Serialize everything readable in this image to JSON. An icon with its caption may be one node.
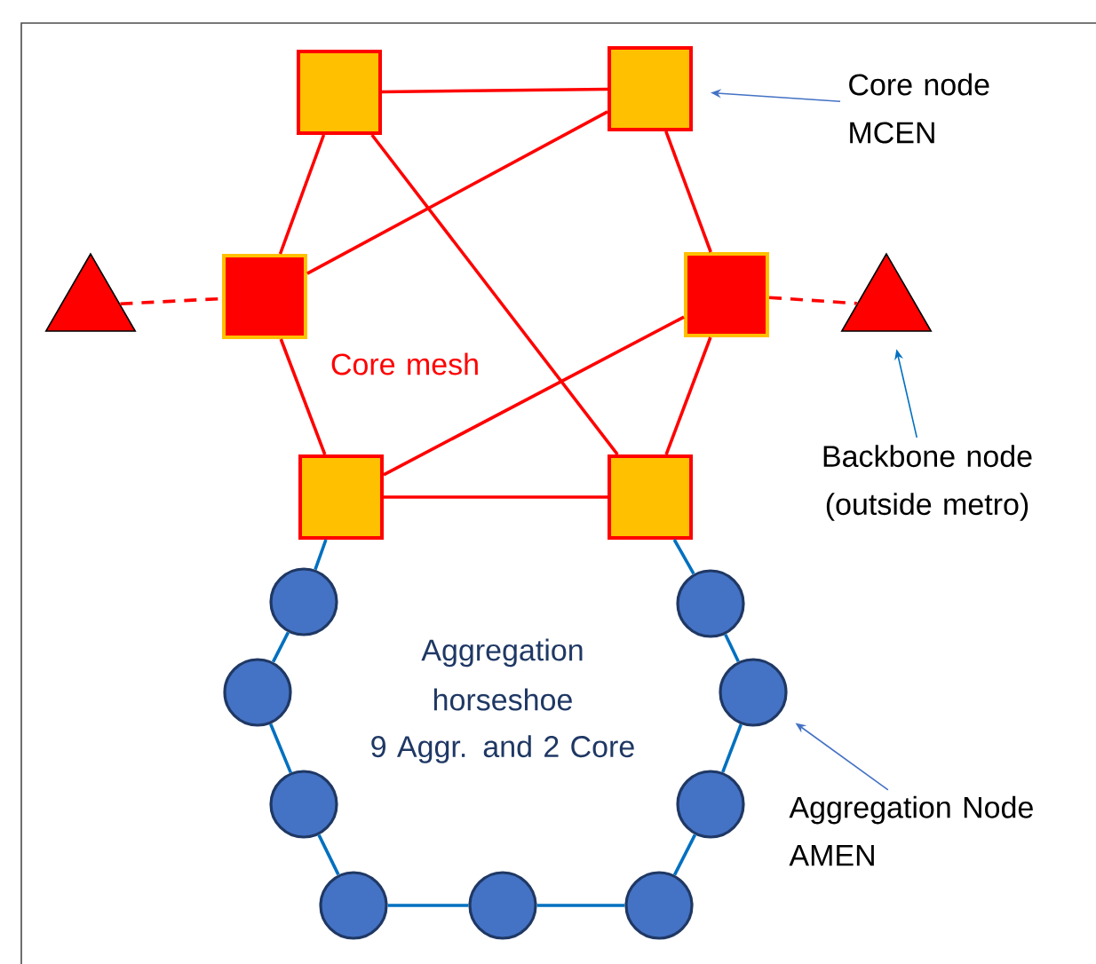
{
  "diagram": {
    "nodes": [
      {
        "text": [],
        "shape": "box"
      },
      {
        "text": [],
        "shape": "box"
      },
      {
        "text": [
          "Core node MCEN"
        ]
      },
      {
        "text": [],
        "shape": "triangle"
      },
      {
        "text": [],
        "shape": "box"
      },
      {
        "text": [],
        "shape": "box"
      },
      {
        "text": [],
        "shape": "triangle"
      },
      {
        "text": [
          "Backbone node (outside metro)"
        ]
      },
      {
        "text": [],
        "shape": "box"
      },
      {
        "text": [],
        "shape": "box"
      },
      {
        "text": [],
        "shape": "circle"
      },
      {
        "text": [],
        "shape": "circle"
      },
      {
        "text": [],
        "shape": "circle"
      },
      {
        "text": [],
        "shape": "circle"
      },
      {
        "text": [],
        "shape": "circle"
      },
      {
        "text": [],
        "shape": "circle"
      },
      {
        "text": [],
        "shape": "circle"
      },
      {
        "text": [],
        "shape": "circle"
      },
      {
        "text": [],
        "shape": "circle"
      },
      {
        "text": [
          "Aggregation Node AMEN"
        ]
      }
    ],
    "edges": [
      {
        "from": 0,
        "to": 1,
        "arrow": "none"
      },
      {
        "from": 0,
        "to": 4,
        "arrow": "none"
      },
      {
        "from": 0,
        "to": 9,
        "arrow": "none"
      },
      {
        "from": 1,
        "to": 4,
        "arrow": "none"
      },
      {
        "from": 1,
        "to": 5,
        "arrow": "none"
      },
      {
        "from": 5,
        "to": 8,
        "arrow": "none"
      },
      {
        "from": 4,
        "to": 8,
        "arrow": "none"
      },
      {
        "from": 5,
        "to": 9,
        "arrow": "none"
      },
      {
        "from": 8,
        "to": 9,
        "arrow": "none"
      },
      {
        "from": 3,
        "to": 4,
        "arrow": "none",
        "style": "dashed"
      },
      {
        "from": 5,
        "to": 6,
        "arrow": "none",
        "style": "dashed"
      },
      {
        "from": 8,
        "to": 10,
        "arrow": "none",
        "color": "#0070c0"
      },
      {
        "from": 10,
        "to": 12,
        "arrow": "none",
        "color": "#0070c0"
      },
      {
        "from": 12,
        "to": 14,
        "arrow": "none",
        "color": "#0070c0"
      },
      {
        "from": 14,
        "to": 16,
        "arrow": "none",
        "color": "#0070c0"
      },
      {
        "from": 16,
        "to": 17,
        "arrow": "none",
        "color": "#0070c0"
      },
      {
        "from": 17,
        "to": 18,
        "arrow": "none",
        "color": "#0070c0"
      },
      {
        "from": 18,
        "to": 15,
        "arrow": "none",
        "color": "#0070c0"
      },
      {
        "from": 15,
        "to": 13,
        "arrow": "none",
        "color": "#0070c0"
      },
      {
        "from": 13,
        "to": 11,
        "arrow": "none",
        "color": "#0070c0"
      },
      {
        "from": 11,
        "to": 9,
        "arrow": "none",
        "color": "#0070c0"
      },
      {
        "from": 2,
        "to": 1,
        "arrow": "to",
        "color": "#4472c4"
      },
      {
        "from": 7,
        "to": 6,
        "arrow": "to",
        "color": "#0070c0"
      },
      {
        "from": 19,
        "to": 13,
        "arrow": "to",
        "color": "#4472c4"
      }
    ],
    "labels": [
      "Core mesh",
      "Aggregation horseshoe",
      "9 Aggr. and 2 Core"
    ]
  }
}
